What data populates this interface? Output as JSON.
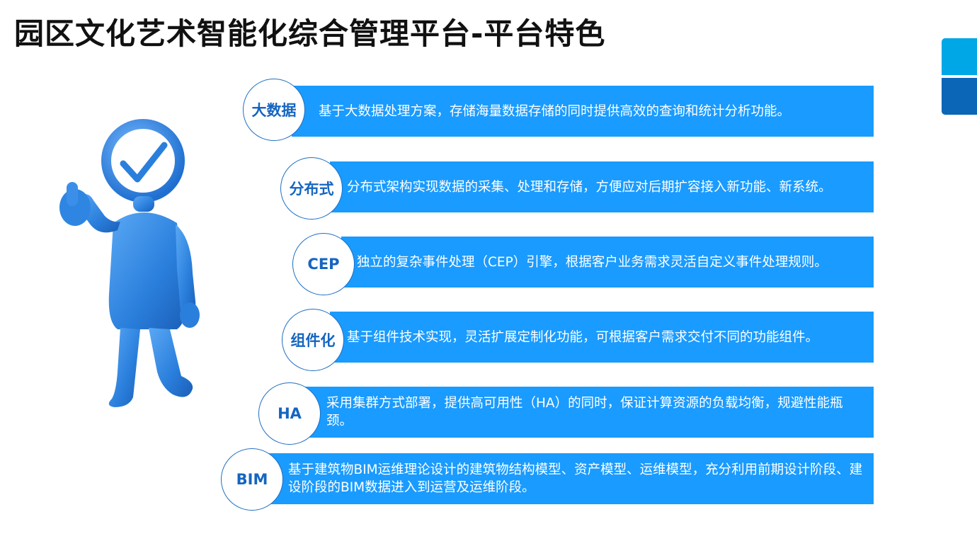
{
  "page": {
    "title": "园区文化艺术智能化综合管理平台-平台特色"
  },
  "colors": {
    "bar": "#1a9bff",
    "circle_text": "#1565c0",
    "figure": "#2a7fdc",
    "tab_top": "#00a7e6",
    "tab_bottom": "#0b66b8"
  },
  "illustration": {
    "icon": "thumbs-up-checkmark-person"
  },
  "features": [
    {
      "label": "大数据",
      "text": "基于大数据处理方案，存储海量数据存储的同时提供高效的查询和统计分析功能。"
    },
    {
      "label": "分布式",
      "text": "分布式架构实现数据的采集、处理和存储，方便应对后期扩容接入新功能、新系统。"
    },
    {
      "label": "CEP",
      "text": "独立的复杂事件处理（CEP）引擎，根据客户业务需求灵活自定义事件处理规则。"
    },
    {
      "label": "组件化",
      "text": "基于组件技术实现，灵活扩展定制化功能，可根据客户需求交付不同的功能组件。"
    },
    {
      "label": "HA",
      "text": "采用集群方式部署，提供高可用性（HA）的同时，保证计算资源的负载均衡，规避性能瓶颈。"
    },
    {
      "label": "BIM",
      "text": "基于建筑物BIM运维理论设计的建筑物结构模型、资产模型、运维模型，充分利用前期设计阶段、建设阶段的BIM数据进入到运营及运维阶段。"
    }
  ]
}
